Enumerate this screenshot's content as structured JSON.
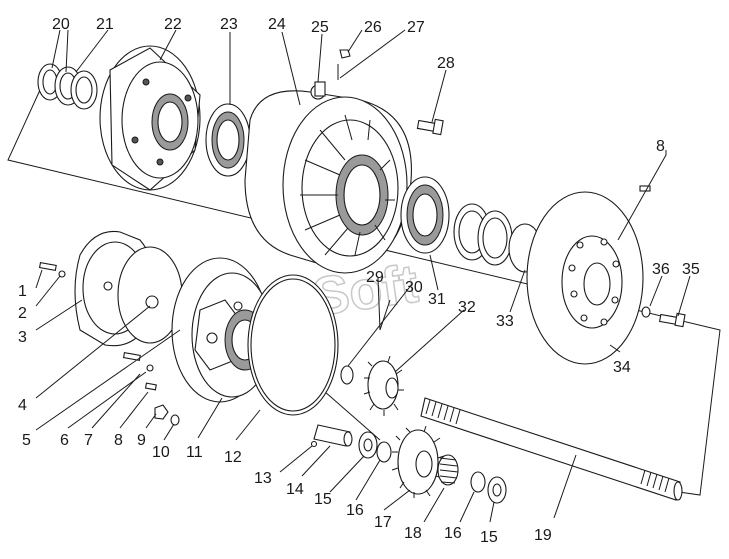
{
  "watermark": "AutoSoft",
  "callouts": {
    "c1": "1",
    "c2": "2",
    "c3": "3",
    "c4": "4",
    "c5": "5",
    "c6": "6",
    "c7": "7",
    "c8a": "8",
    "c8b": "8",
    "c9": "9",
    "c10": "10",
    "c11": "11",
    "c12": "12",
    "c13": "13",
    "c14": "14",
    "c15a": "15",
    "c15b": "15",
    "c16a": "16",
    "c16b": "16",
    "c17": "17",
    "c18": "18",
    "c19": "19",
    "c20": "20",
    "c21": "21",
    "c22": "22",
    "c23": "23",
    "c24": "24",
    "c25": "25",
    "c26": "26",
    "c27": "27",
    "c28": "28",
    "c29": "29",
    "c30": "30",
    "c31": "31",
    "c32": "32",
    "c33": "33",
    "c34": "34",
    "c35": "35",
    "c36": "36"
  }
}
